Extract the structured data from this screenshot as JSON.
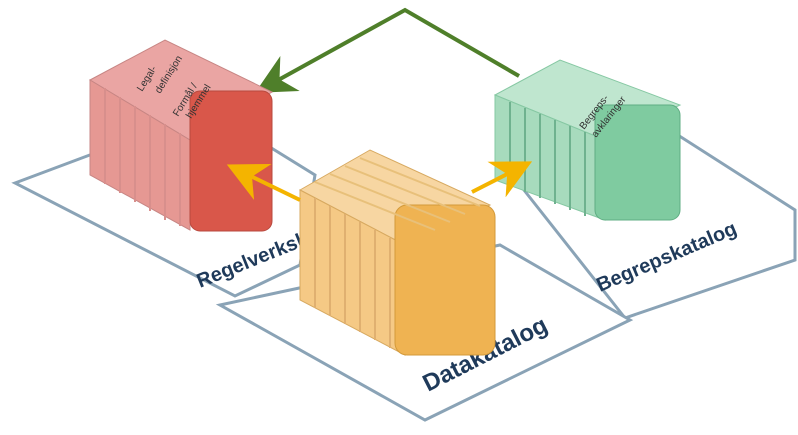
{
  "platforms": {
    "regelverk": "Regelverksk",
    "data": "Datakatalog",
    "begrep": "Begrepskatalog"
  },
  "cubes": {
    "red": {
      "labels": {
        "legal_definition_1": "Legal-",
        "legal_definition_2": "definisjon",
        "purpose_1": "Formål /",
        "purpose_2": "hjemmel"
      }
    },
    "green": {
      "labels": {
        "concept_explanations_1": "Begreps-",
        "concept_explanations_2": "avklaringer"
      }
    },
    "orange": {}
  },
  "colors": {
    "platform_stroke": "#8aa3b6",
    "platform_label": "#1f3a5a",
    "red_front": "#d9574a",
    "red_top": "#eaa5a3",
    "green_front": "#7fcba0",
    "green_top": "#bfe6cf",
    "orange_front": "#efb352",
    "orange_top": "#f7d6a2",
    "arrow_yellow": "#f4b400",
    "arrow_green": "#4f7f2a"
  },
  "icons": {
    "arrow_to_regelverk": "arrow-right-icon",
    "arrow_to_begrep": "arrow-right-icon",
    "arrow_green_link": "arrow-left-icon"
  }
}
